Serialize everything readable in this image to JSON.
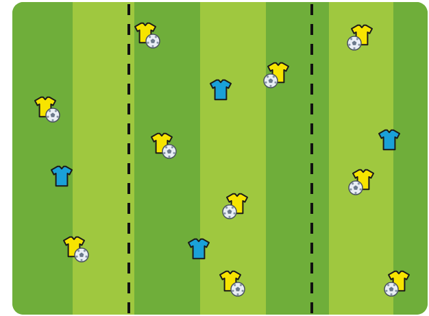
{
  "diagram": {
    "type": "football-drill",
    "colors": {
      "grass_dark": "#6fae3a",
      "grass_light": "#9fc83f",
      "line": "#111111",
      "yellow_shirt": "#f7e400",
      "blue_shirt": "#1aa1d8",
      "ball": "#e9eef5"
    },
    "elements": [
      {
        "kind": "yellow-player-with-ball"
      },
      {
        "kind": "yellow-player-with-ball"
      },
      {
        "kind": "yellow-player-with-ball"
      },
      {
        "kind": "yellow-player-with-ball"
      },
      {
        "kind": "yellow-player-with-ball"
      },
      {
        "kind": "yellow-player-with-ball"
      },
      {
        "kind": "yellow-player-with-ball"
      },
      {
        "kind": "yellow-player-with-ball"
      },
      {
        "kind": "yellow-player-with-ball"
      },
      {
        "kind": "blue-player"
      },
      {
        "kind": "blue-player"
      },
      {
        "kind": "blue-player"
      },
      {
        "kind": "blue-player"
      }
    ],
    "icons": [
      "shirt-icon",
      "football-icon"
    ]
  }
}
